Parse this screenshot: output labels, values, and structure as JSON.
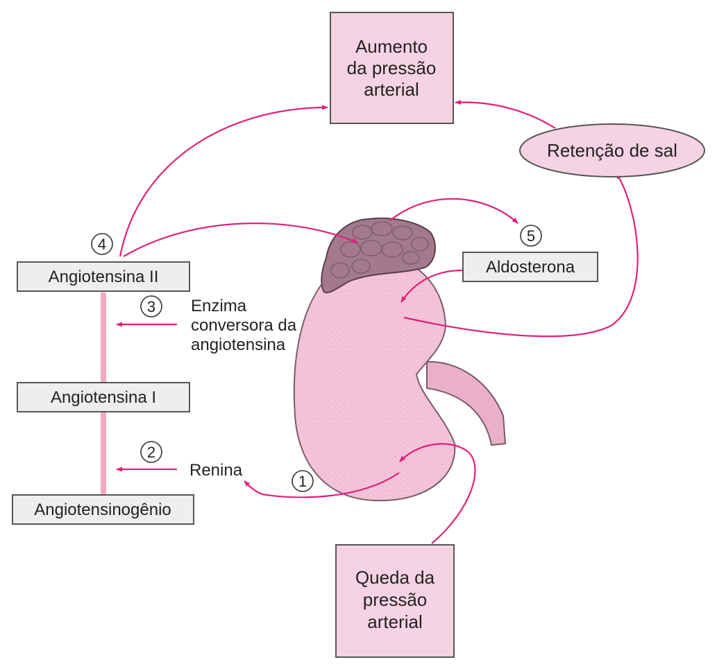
{
  "colors": {
    "arrow": "#e0207a",
    "pink_box_fill": "#f6d3e2",
    "gray_box_fill": "#eeeeee",
    "kidney_fill": "#f3c3d8",
    "adrenal_fill": "#a27a8c",
    "ureter_fill": "#eab0c8",
    "pathway_bar": "#f3a9c6"
  },
  "boxes": {
    "aumento": [
      "Aumento",
      "da pressão",
      "arterial"
    ],
    "queda": [
      "Queda da",
      "pressão",
      "arterial"
    ],
    "retencao": "Retenção de sal",
    "aldosterona": "Aldosterona",
    "angiotensina_ii": "Angiotensina II",
    "angiotensina_i": "Angiotensina I",
    "angiotensinogenio": "Angiotensinogênio"
  },
  "labels": {
    "enzima": [
      "Enzima",
      "conversora da",
      "angiotensina"
    ],
    "renina": "Renina"
  },
  "steps": [
    "1",
    "2",
    "3",
    "4",
    "5"
  ],
  "icons": {
    "kidney": "kidney-icon",
    "adrenal": "adrenal-gland-icon"
  }
}
